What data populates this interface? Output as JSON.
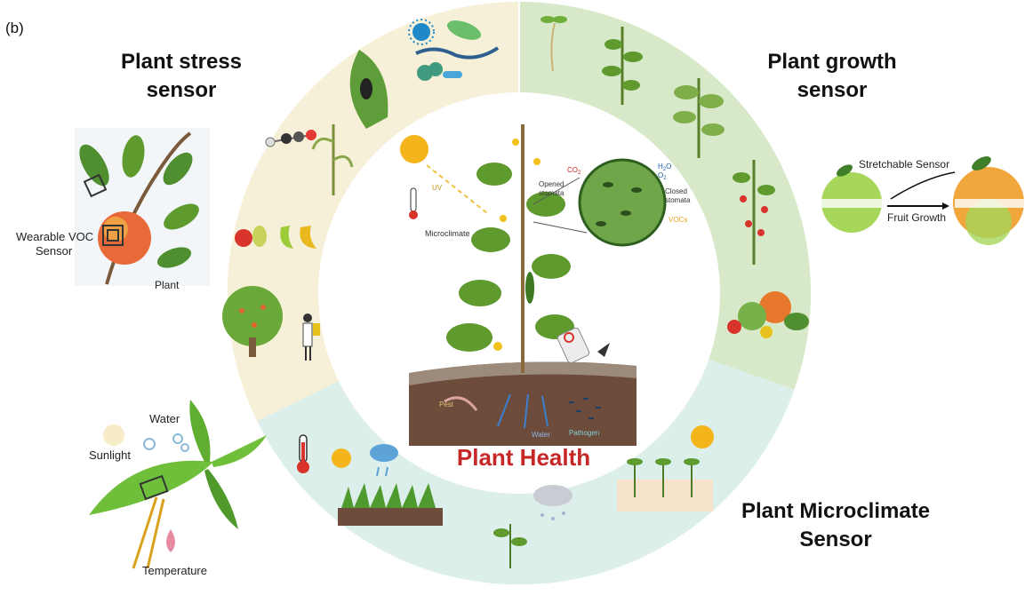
{
  "panel_label": "(b)",
  "headings": {
    "stress_line1": "Plant stress",
    "stress_line2": "sensor",
    "growth_line1": "Plant growth",
    "growth_line2": "sensor",
    "micro_line1": "Plant Microclimate",
    "micro_line2": "Sensor"
  },
  "center": {
    "title": "Plant Health",
    "uv": "UV",
    "microclimate": "Microclimate",
    "opened_stomata_1": "Opened",
    "opened_stomata_2": "stomata",
    "closed_stomata_1": "Closed",
    "closed_stomata_2": "stomata",
    "co2": "CO",
    "co2_sub": "2",
    "h2o": "H",
    "h2o_sub": "2",
    "h2o_tail": "O",
    "o2": "O",
    "o2_sub": "2",
    "vocs": "VOCs",
    "pest": "Pest",
    "water": "Water",
    "pathogen": "Pathogen"
  },
  "left_labels": {
    "wearable_1": "Wearable VOC",
    "wearable_2": "Sensor",
    "plant": "Plant",
    "water": "Water",
    "sunlight": "Sunlight",
    "temperature": "Temperature"
  },
  "right_labels": {
    "stretchable": "Stretchable Sensor",
    "fruit_growth": "Fruit Growth"
  },
  "colors": {
    "stress_ring": "#f6f0d8",
    "growth_ring": "#d7e9c8",
    "micro_ring": "#dcefea",
    "title_red": "#c62828",
    "leaf_green": "#4f9a32",
    "soil_brown": "#6d4c3b"
  }
}
